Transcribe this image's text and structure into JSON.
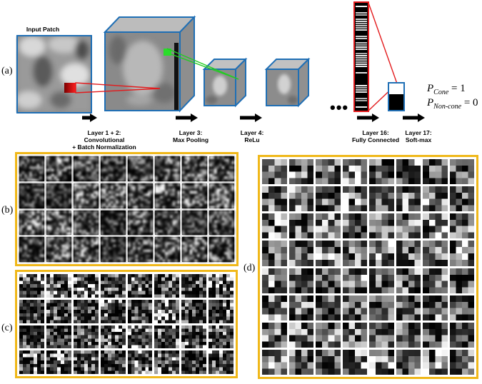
{
  "panels": {
    "a": "(a)",
    "b": "(b)",
    "c": "(c)",
    "d": "(d)"
  },
  "network": {
    "input_label": "Input Patch",
    "layers": [
      {
        "line1": "Layer 1 + 2:",
        "line2": "Convolutional",
        "line3": "+ Batch Normalization"
      },
      {
        "line1": "Layer 3:",
        "line2": "Max Pooling",
        "line3": ""
      },
      {
        "line1": "Layer 4:",
        "line2": "ReLu",
        "line3": ""
      },
      {
        "line1": "Layer 16:",
        "line2": "Fully Connected",
        "line3": ""
      },
      {
        "line1": "Layer 17:",
        "line2": "Soft-max",
        "line3": ""
      }
    ],
    "ellipsis": "•••",
    "output": {
      "p_symbol": "P",
      "cone_sub": "Cone",
      "cone_value": "= 1",
      "noncone_sub": "Non-cone",
      "noncone_value": "= 0"
    }
  },
  "grids": {
    "b": {
      "rows": 4,
      "cols": 8
    },
    "c": {
      "rows": 4,
      "cols": 8
    },
    "d": {
      "rows": 8,
      "cols": 8
    }
  },
  "colors": {
    "cube_edge": "#1f6fb5",
    "frame": "#f0b81a",
    "red": "#e31a1c",
    "green": "#22cc22"
  }
}
